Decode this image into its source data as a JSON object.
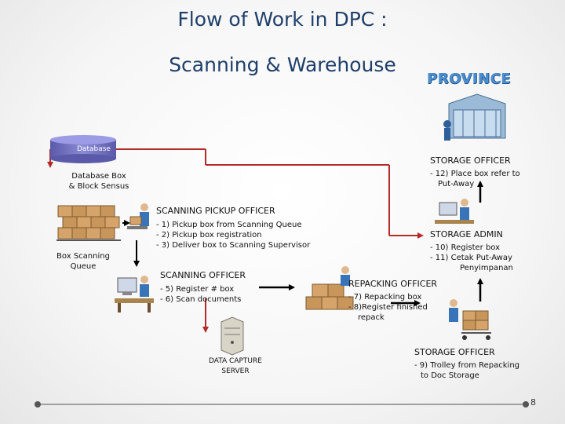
{
  "slide": {
    "title_line1": "Flow of Work in DPC :",
    "title_line2": "Scanning & Warehouse",
    "province": "PROVINCE",
    "page_number": "8"
  },
  "nodes": {
    "database": {
      "label": "Database"
    },
    "database_box": {
      "line1": "Database Box",
      "line2": "& Block Sensus"
    },
    "box_scanning_queue": {
      "line1": "Box Scanning",
      "line2": "Queue"
    },
    "scanning_pickup_officer": {
      "title": "SCANNING PICKUP OFFICER",
      "steps": [
        "- 1) Pickup box from Scanning Queue",
        "- 2) Pickup box registration",
        "- 3) Deliver box to Scanning Supervisor"
      ]
    },
    "scanning_officer": {
      "title": "SCANNING OFFICER",
      "steps": [
        "- 5) Register  # box",
        "- 6) Scan documents"
      ]
    },
    "data_capture_server": {
      "line1": "DATA CAPTURE",
      "line2": "SERVER"
    },
    "repacking_officer": {
      "title": "REPACKING OFFICER",
      "steps": [
        "-  7) Repacking box",
        "-  8)Register finished",
        "repack"
      ]
    },
    "storage_officer_top": {
      "title": "STORAGE OFFICER",
      "steps": [
        "- 12) Place box refer to",
        "Put-Away"
      ]
    },
    "storage_admin": {
      "title": "STORAGE  ADMIN",
      "steps": [
        "- 10) Register  box",
        "- 11) Cetak Put-Away",
        "Penyimpanan"
      ]
    },
    "storage_officer_bottom": {
      "title": "STORAGE  OFFICER",
      "steps": [
        "- 9)  Trolley from Repacking",
        "to Doc Storage"
      ]
    }
  },
  "colors": {
    "title": "#1f3f6a",
    "connector": "#b52a2a",
    "arrow": "#000000",
    "database": "#6f6fc0"
  },
  "icons": [
    "database-icon",
    "warehouse-icon",
    "box-stack-icon",
    "worker-icon",
    "computer-icon",
    "server-icon"
  ]
}
